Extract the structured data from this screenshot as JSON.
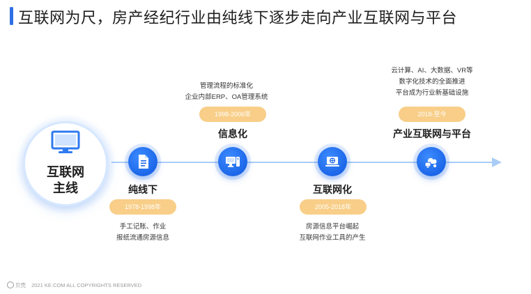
{
  "header": {
    "title": "互联网为尺，房产经纪行业由纯线下逐步走向产业互联网与平台"
  },
  "hub": {
    "line1": "互联网",
    "line2": "主线",
    "icon": "monitor-icon"
  },
  "stages": [
    {
      "title": "纯线下",
      "period": "1978-1998年",
      "desc": [
        "手工记账、作业",
        "报纸流通房源信息"
      ],
      "icon": "document-icon"
    },
    {
      "title": "信息化",
      "period": "1998-2006年",
      "desc": [
        "管理流程的标准化",
        "企业内部ERP、OA管理系统"
      ],
      "icon": "desktop-computer-icon"
    },
    {
      "title": "互联网化",
      "period": "2005-2018年",
      "desc": [
        "房源信息平台崛起",
        "互联网作业工具的产生"
      ],
      "icon": "laptop-globe-icon"
    },
    {
      "title": "产业互联网与平台",
      "period": "2018-至今",
      "desc": [
        "云计算、AI、大数据、VR等",
        "数字化技术的全面推进",
        "平台成为行业新基础设施"
      ],
      "icon": "cloud-device-icon"
    }
  ],
  "footer": {
    "brand": "贝壳",
    "copyright": "2021 KE.COM ALL COPYRIGHTS  RESERVED"
  },
  "colors": {
    "accent": "#1c66e8",
    "pill": "#f8ce88",
    "axis": "#a9cdf6"
  }
}
